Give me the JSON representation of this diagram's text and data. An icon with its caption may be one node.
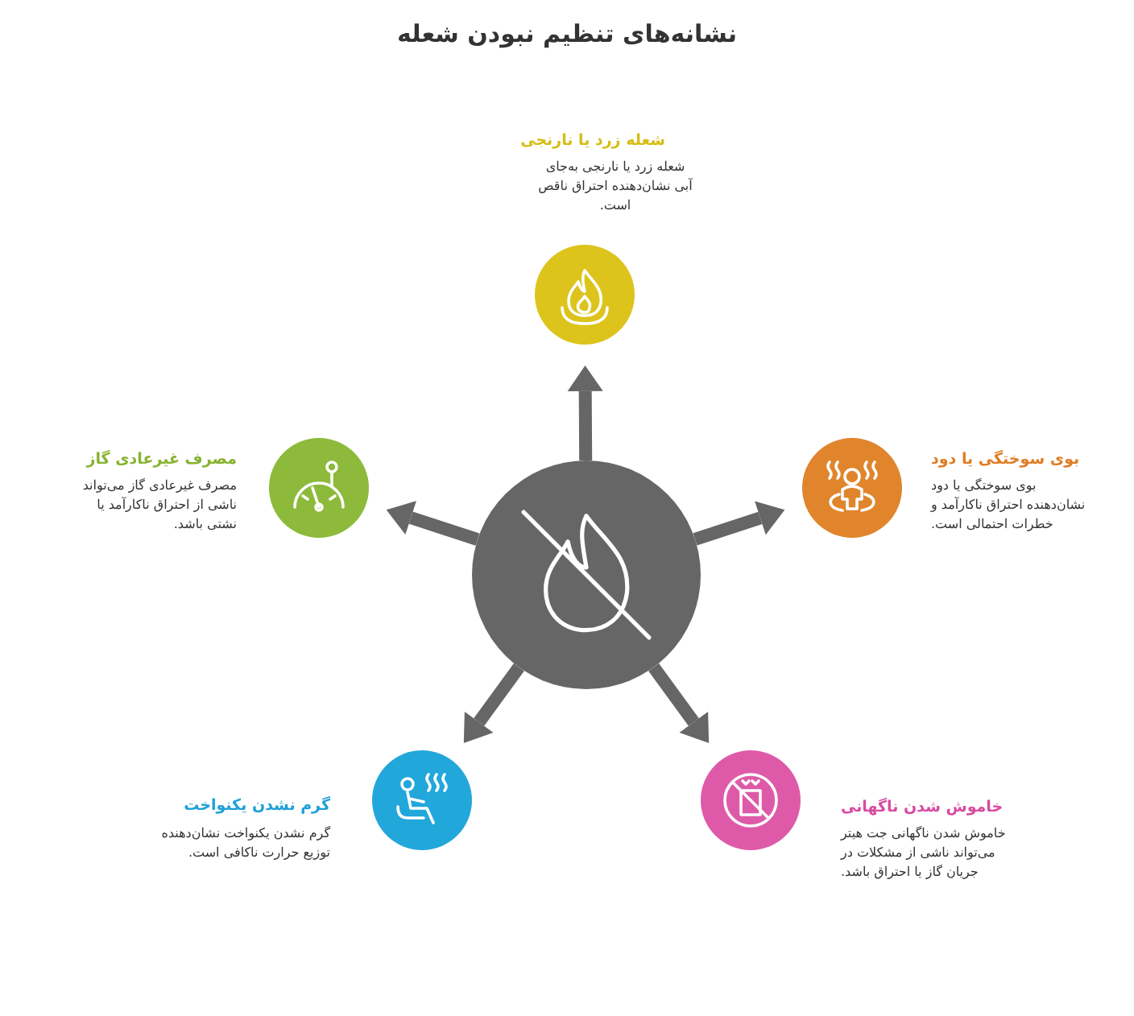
{
  "diagram": {
    "title": "نشانه‌های تنظیم نبودن شعله",
    "nodes": [
      {
        "text": [],
        "shape": "circle"
      },
      {
        "text": [
          "شعله زرد یا نارنجی",
          "شعله زرد یا نارنجی به‌جای آبی نشان‌دهنده احتراق ناقص است."
        ]
      },
      {
        "text": [
          "بوی سوختگی یا دود",
          "بوی سوختگی یا دود نشان‌دهنده احتراق ناکارآمد و خطرات احتمالی است."
        ]
      },
      {
        "text": [
          "خاموش شدن ناگهانی",
          "خاموش شدن ناگهانی جت هیتر می‌تواند ناشی از مشکلات در جریان گاز یا احتراق باشد."
        ]
      },
      {
        "text": [
          "گرم نشدن یکنواخت",
          "گرم نشدن یکنواخت نشان‌دهنده توزیع حرارت ناکافی است."
        ]
      },
      {
        "text": [
          "مصرف غیرعادی گاز",
          "مصرف غیرعادی گاز می‌تواند ناشی از احتراق ناکارآمد یا نشتی باشد."
        ]
      }
    ],
    "edges": [
      {
        "from": 0,
        "to": 1,
        "arrow": "to"
      },
      {
        "from": 0,
        "to": 2,
        "arrow": "to"
      },
      {
        "from": 0,
        "to": 3,
        "arrow": "to"
      },
      {
        "from": 0,
        "to": 4,
        "arrow": "to"
      },
      {
        "from": 0,
        "to": 5,
        "arrow": "to"
      }
    ]
  }
}
